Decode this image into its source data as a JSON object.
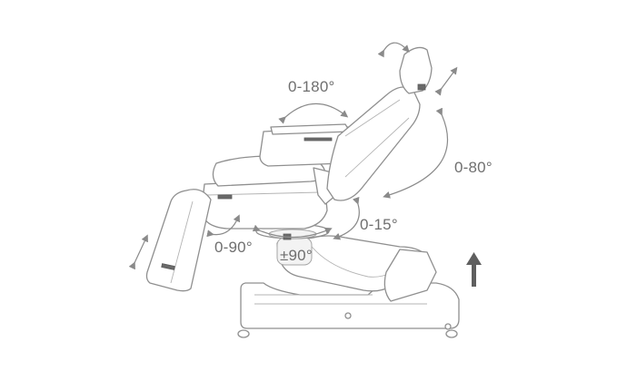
{
  "labels": {
    "backrest_recline": "0-180°",
    "headrest_tilt": "0-80°",
    "seat_tilt": "0-15°",
    "leg_rest": "0-90°",
    "rotation": "±90°"
  },
  "colors": {
    "label_text": "#6f6f6f",
    "outline": "#8f8f8f",
    "lift_arrow": "#5f5f5f"
  },
  "icons": {
    "lift_arrow": "up-arrow-icon"
  }
}
